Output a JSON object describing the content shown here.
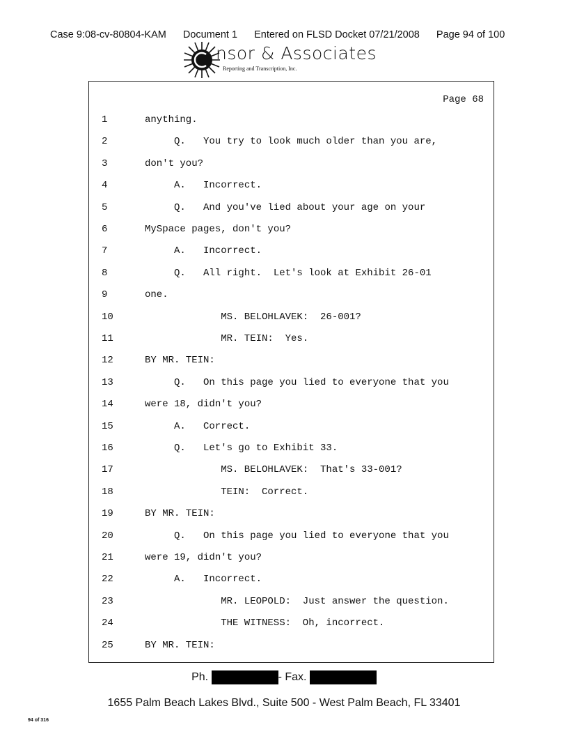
{
  "header": {
    "case": "Case 9:08-cv-80804-KAM",
    "document": "Document 1",
    "entered": "Entered on FLSD Docket 07/21/2008",
    "page": "Page 94 of 100"
  },
  "logo": {
    "name": "Censor & Associates",
    "tagline": "Reporting and Transcription, Inc."
  },
  "transcript": {
    "page_label": "Page 68",
    "lines": [
      {
        "n": "1",
        "indent": 0,
        "text": "anything."
      },
      {
        "n": "2",
        "indent": 5,
        "text": "Q.   You try to look much older than you are,"
      },
      {
        "n": "3",
        "indent": 0,
        "text": "don't you?"
      },
      {
        "n": "4",
        "indent": 5,
        "text": "A.   Incorrect."
      },
      {
        "n": "5",
        "indent": 5,
        "text": "Q.   And you've lied about your age on your"
      },
      {
        "n": "6",
        "indent": 0,
        "text": "MySpace pages, don't you?"
      },
      {
        "n": "7",
        "indent": 5,
        "text": "A.   Incorrect."
      },
      {
        "n": "8",
        "indent": 5,
        "text": "Q.   All right.  Let's look at Exhibit 26-01"
      },
      {
        "n": "9",
        "indent": 0,
        "text": "one."
      },
      {
        "n": "10",
        "indent": 13,
        "text": "MS. BELOHLAVEK:  26-001?"
      },
      {
        "n": "11",
        "indent": 13,
        "text": "MR. TEIN:  Yes."
      },
      {
        "n": "12",
        "indent": 0,
        "text": "BY MR. TEIN:"
      },
      {
        "n": "13",
        "indent": 5,
        "text": "Q.   On this page you lied to everyone that you"
      },
      {
        "n": "14",
        "indent": 0,
        "text": "were 18, didn't you?"
      },
      {
        "n": "15",
        "indent": 5,
        "text": "A.   Correct."
      },
      {
        "n": "16",
        "indent": 5,
        "text": "Q.   Let's go to Exhibit 33."
      },
      {
        "n": "17",
        "indent": 13,
        "text": "MS. BELOHLAVEK:  That's 33-001?"
      },
      {
        "n": "18",
        "indent": 13,
        "text": "TEIN:  Correct."
      },
      {
        "n": "19",
        "indent": 0,
        "text": "BY MR. TEIN:"
      },
      {
        "n": "20",
        "indent": 5,
        "text": "Q.   On this page you lied to everyone that you"
      },
      {
        "n": "21",
        "indent": 0,
        "text": "were 19, didn't you?"
      },
      {
        "n": "22",
        "indent": 5,
        "text": "A.   Incorrect."
      },
      {
        "n": "23",
        "indent": 13,
        "text": "MR. LEOPOLD:  Just answer the question."
      },
      {
        "n": "24",
        "indent": 13,
        "text": "THE WITNESS:  Oh, incorrect."
      },
      {
        "n": "25",
        "indent": 0,
        "text": "BY MR. TEIN:"
      }
    ]
  },
  "footer": {
    "phone_label": "Ph.",
    "fax_label": "- Fax.",
    "address": "1655 Palm Beach Lakes Blvd., Suite 500 - West Palm Beach, FL 33401",
    "page_count": "94 of 316"
  }
}
